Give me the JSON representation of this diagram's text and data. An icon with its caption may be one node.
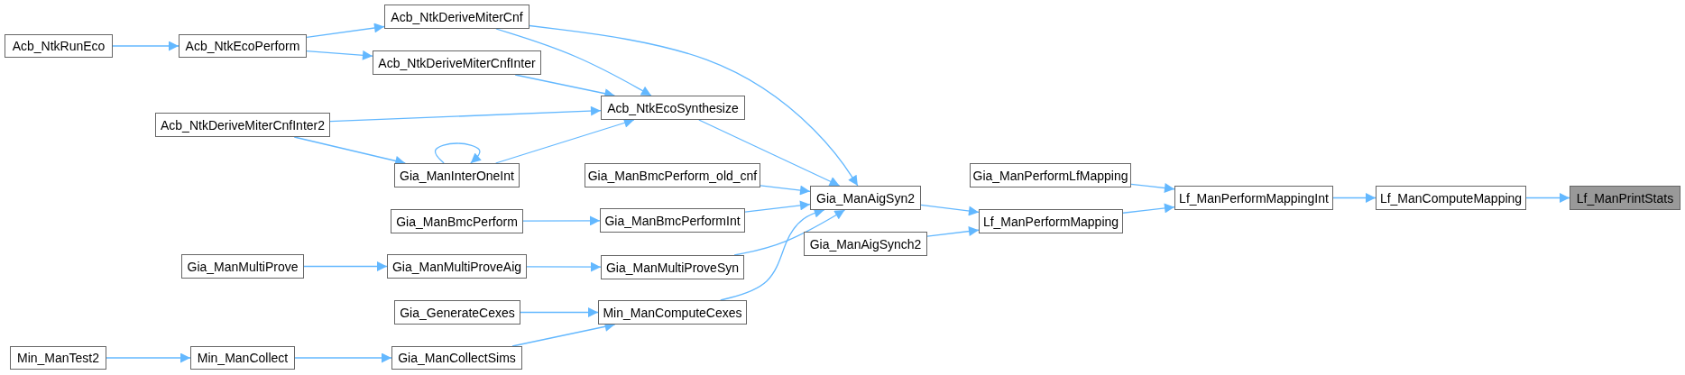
{
  "diagram": {
    "nodes": [
      {
        "text": [
          "Acb_NtkRunEco"
        ]
      },
      {
        "text": [
          "Acb_NtkEcoPerform"
        ]
      },
      {
        "text": [
          "Acb_NtkDeriveMiterCnf"
        ]
      },
      {
        "text": [
          "Acb_NtkDeriveMiterCnfInter"
        ]
      },
      {
        "text": [
          "Acb_NtkDeriveMiterCnfInter2"
        ]
      },
      {
        "text": [
          "Gia_ManInterOneInt"
        ]
      },
      {
        "text": [
          "Gia_ManBmcPerform"
        ]
      },
      {
        "text": [
          "Gia_ManMultiProve"
        ]
      },
      {
        "text": [
          "Gia_ManMultiProveAig"
        ]
      },
      {
        "text": [
          "Gia_GenerateCexes"
        ]
      },
      {
        "text": [
          "Min_ManTest2"
        ]
      },
      {
        "text": [
          "Min_ManCollect"
        ]
      },
      {
        "text": [
          "Gia_ManCollectSims"
        ]
      },
      {
        "text": [
          "Acb_NtkEcoSynthesize"
        ]
      },
      {
        "text": [
          "Gia_ManBmcPerform_old_cnf"
        ]
      },
      {
        "text": [
          "Gia_ManBmcPerformInt"
        ]
      },
      {
        "text": [
          "Gia_ManMultiProveSyn"
        ]
      },
      {
        "text": [
          "Min_ManComputeCexes"
        ]
      },
      {
        "text": [
          "Gia_ManAigSyn2"
        ]
      },
      {
        "text": [
          "Gia_ManAigSynch2"
        ]
      },
      {
        "text": [
          "Gia_ManPerformLfMapping"
        ]
      },
      {
        "text": [
          "Lf_ManPerformMapping"
        ]
      },
      {
        "text": [
          "Lf_ManPerformMappingInt"
        ]
      },
      {
        "text": [
          "Lf_ManComputeMapping"
        ]
      },
      {
        "text": [
          "Lf_ManPrintStats"
        ]
      }
    ],
    "edges": [
      {
        "from": 0,
        "to": 1,
        "arrow": "to"
      },
      {
        "from": 1,
        "to": 2,
        "arrow": "to"
      },
      {
        "from": 1,
        "to": 3,
        "arrow": "to"
      },
      {
        "from": 2,
        "to": 13,
        "arrow": "to"
      },
      {
        "from": 2,
        "to": 18,
        "arrow": "to"
      },
      {
        "from": 3,
        "to": 13,
        "arrow": "to"
      },
      {
        "from": 4,
        "to": 13,
        "arrow": "to"
      },
      {
        "from": 4,
        "to": 5,
        "arrow": "to"
      },
      {
        "from": 5,
        "to": 5,
        "arrow": "to"
      },
      {
        "from": 5,
        "to": 13,
        "arrow": "to"
      },
      {
        "from": 13,
        "to": 18,
        "arrow": "to"
      },
      {
        "from": 14,
        "to": 18,
        "arrow": "to"
      },
      {
        "from": 6,
        "to": 15,
        "arrow": "to"
      },
      {
        "from": 15,
        "to": 18,
        "arrow": "to"
      },
      {
        "from": 7,
        "to": 8,
        "arrow": "to"
      },
      {
        "from": 8,
        "to": 16,
        "arrow": "to"
      },
      {
        "from": 16,
        "to": 18,
        "arrow": "to"
      },
      {
        "from": 9,
        "to": 17,
        "arrow": "to"
      },
      {
        "from": 10,
        "to": 11,
        "arrow": "to"
      },
      {
        "from": 11,
        "to": 12,
        "arrow": "to"
      },
      {
        "from": 12,
        "to": 17,
        "arrow": "to"
      },
      {
        "from": 17,
        "to": 18,
        "arrow": "to"
      },
      {
        "from": 18,
        "to": 21,
        "arrow": "to"
      },
      {
        "from": 19,
        "to": 21,
        "arrow": "to"
      },
      {
        "from": 20,
        "to": 22,
        "arrow": "to"
      },
      {
        "from": 21,
        "to": 22,
        "arrow": "to"
      },
      {
        "from": 22,
        "to": 23,
        "arrow": "to"
      },
      {
        "from": 23,
        "to": 24,
        "arrow": "to"
      }
    ]
  }
}
